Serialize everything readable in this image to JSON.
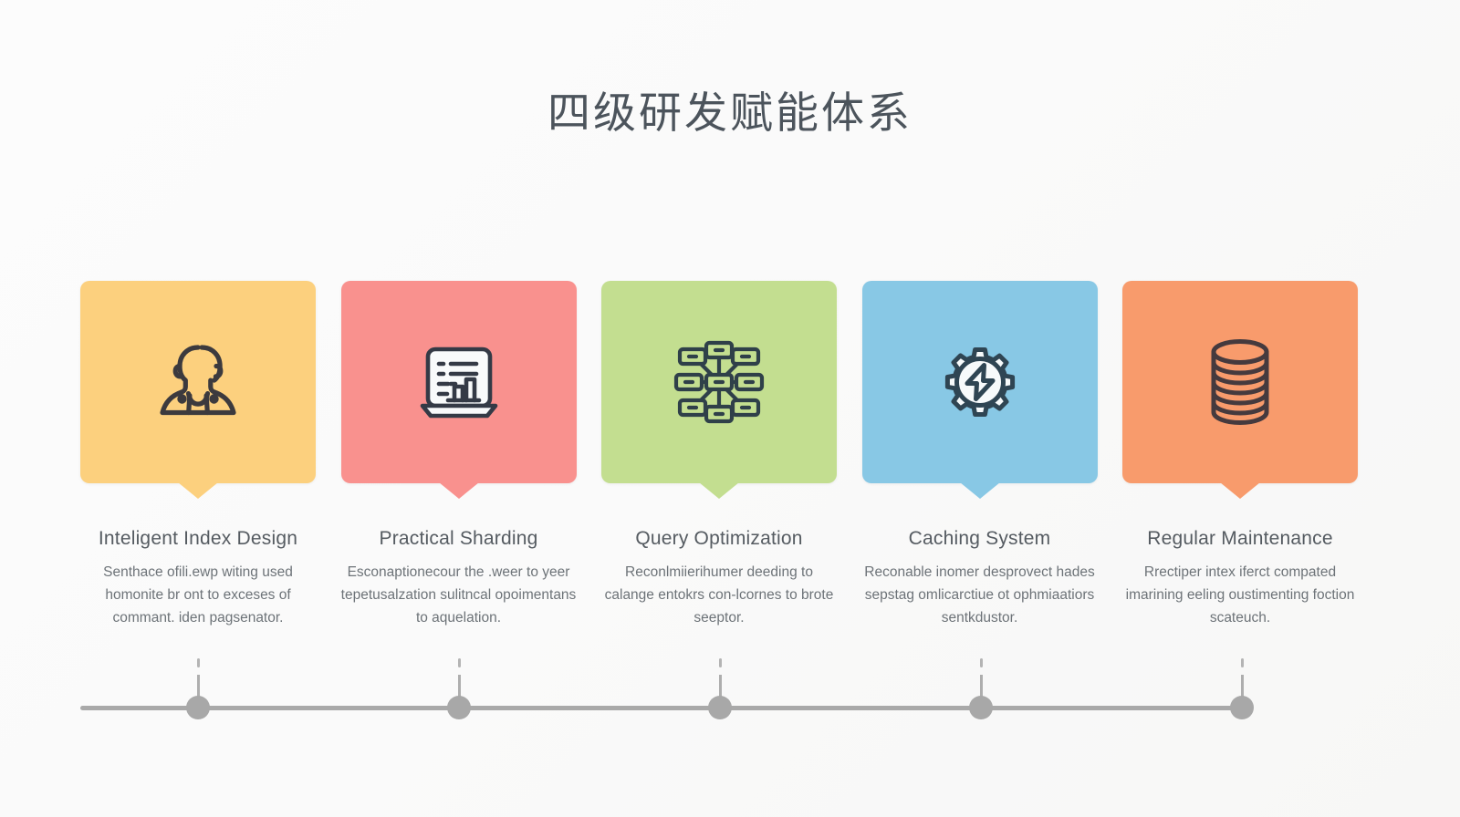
{
  "page": {
    "title": "四级研发赋能体系",
    "background_color": "#fcfcfc"
  },
  "cards": [
    {
      "title": "Inteligent Index Design",
      "description": "Senthace ofili.ewp witing used homonite br ont to exceses of commant. iden pagsenator.",
      "icon": "person-avatar-icon",
      "color": "#fcd07e",
      "icon_color": "#3c3a3e"
    },
    {
      "title": "Practical Sharding",
      "description": "Esconaptionecour the .weer to yeer tepetusalzation sulitncal opoimentans to aquelation.",
      "icon": "laptop-report-chart-icon",
      "color": "#f9918e",
      "icon_color": "#343a46"
    },
    {
      "title": "Query Optimization",
      "description": "Reconlmiierihumer deeding to calange entokrs con-lcornes to brote seeptor.",
      "icon": "network-nodes-icon",
      "color": "#c3de90",
      "icon_color": "#2f4049"
    },
    {
      "title": "Caching System",
      "description": "Reconable inomer desprovect hades sepstag omlicarctiue ot ophmiaatiors sentkdustor.",
      "icon": "gear-lightning-icon",
      "color": "#88c8e5",
      "icon_color": "#2f4553"
    },
    {
      "title": "Regular Maintenance",
      "description": "Rrectiper intex iferct compated imarining eeling oustimenting foction scateuch.",
      "icon": "database-stack-icon",
      "color": "#f89b6c",
      "icon_color": "#453a3e"
    }
  ],
  "timeline": {
    "line_color": "#a9a9a9",
    "node_color": "#a8a8a8",
    "node_count": 5
  }
}
